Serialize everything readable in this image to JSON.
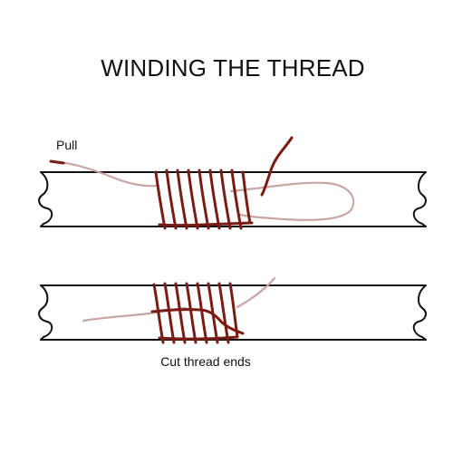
{
  "title": "WINDING THE THREAD",
  "labels": {
    "pull": "Pull",
    "cut": "Cut thread ends"
  },
  "colors": {
    "thread_dark": "#7a1b14",
    "thread_light": "#c9a6a2",
    "rod": "#111111",
    "text": "#111111"
  }
}
